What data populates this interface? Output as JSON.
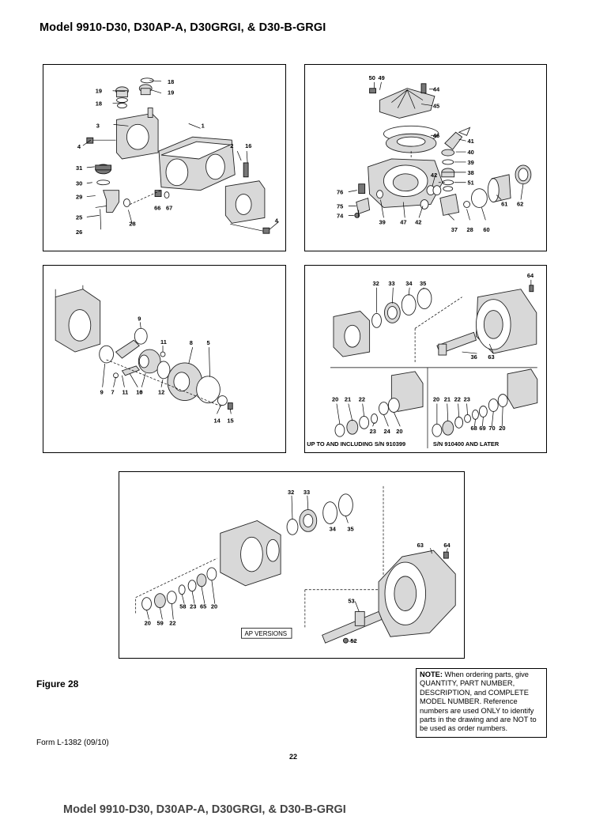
{
  "header": {
    "title": "Model 9910-D30, D30AP-A, D30GRGI, & D30-B-GRGI"
  },
  "diagram1": {
    "labels": [
      "18",
      "19",
      "19",
      "18",
      "1",
      "3",
      "4",
      "2",
      "16",
      "31",
      "30",
      "29",
      "66",
      "67",
      "25",
      "28",
      "26",
      "4"
    ]
  },
  "diagram2": {
    "labels": [
      "50",
      "49",
      "44",
      "45",
      "46",
      "41",
      "40",
      "39",
      "38",
      "42",
      "51",
      "76",
      "75",
      "74",
      "39",
      "47",
      "42",
      "37",
      "28",
      "60",
      "61",
      "62"
    ]
  },
  "diagram3": {
    "labels": [
      "9",
      "11",
      "8",
      "5",
      "9",
      "7",
      "11",
      "10",
      "6",
      "12",
      "14",
      "15"
    ]
  },
  "diagram4": {
    "labels": [
      "32",
      "33",
      "34",
      "35",
      "64",
      "36",
      "63",
      "20",
      "21",
      "22",
      "23",
      "24",
      "20",
      "20",
      "21",
      "22",
      "23",
      "68",
      "69",
      "70",
      "20"
    ],
    "caption_left": "UP TO AND INCLUDING S/N 910399",
    "caption_right": "S/N 910400 AND LATER"
  },
  "diagram5": {
    "labels": [
      "32",
      "33",
      "34",
      "35",
      "63",
      "64",
      "53",
      "52",
      "20",
      "59",
      "22",
      "58",
      "23",
      "65",
      "20"
    ],
    "caption": "AP VERSIONS"
  },
  "figure_label": "Figure  28",
  "note": {
    "heading": "NOTE:",
    "text": " When ordering parts, give QUANTITY, PART NUMBER, DESCRIPTION, and COMPLETE MODEL NUMBER.  Reference numbers are used ONLY to identify parts in the drawing and are NOT to be used as order numbers."
  },
  "footer": {
    "form": "Form L-1382 (09/10)",
    "page_number": "22"
  },
  "next_page_title": "Model 9910-D30, D30AP-A, D30GRGI, & D30-B-GRGI"
}
